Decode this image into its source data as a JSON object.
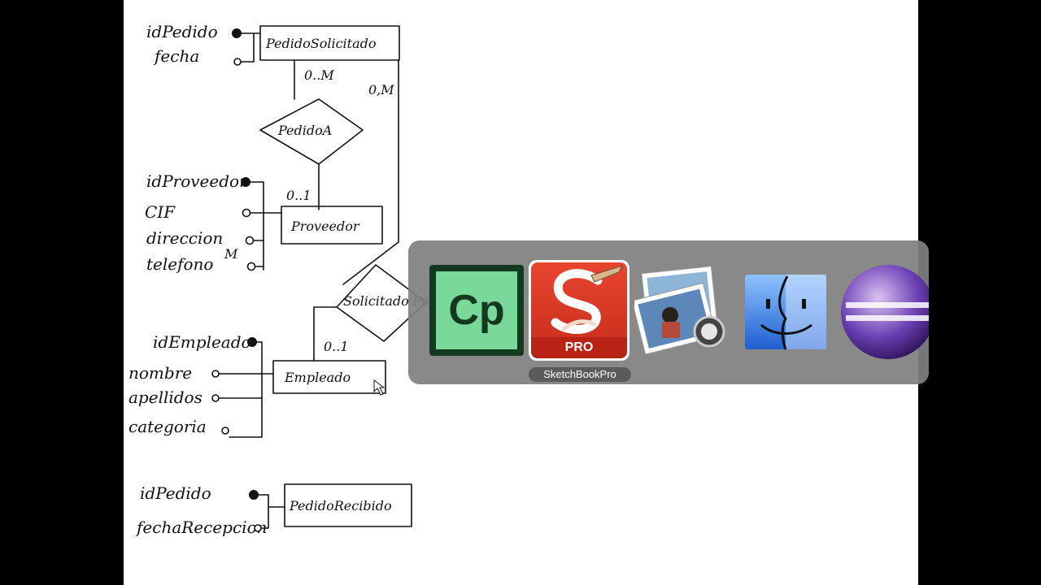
{
  "canvas": {
    "attributes_pedido_solicitado": [
      "idPedido",
      "fecha"
    ],
    "entity_pedido_solicitado": "PedidoSolicitado",
    "card_top": "0..M",
    "card_right": "0,M",
    "relation_pedido_a": "PedidoA",
    "attributes_proveedor": [
      "idProveedor",
      "CIF",
      "direccion",
      "telefono"
    ],
    "telefono_multi": "M",
    "card_proveedor": "0..1",
    "entity_proveedor": "Proveedor",
    "relation_solicitado_por": "Solicitado Por",
    "attributes_empleado": [
      "idEmpleado",
      "nombre",
      "apellidos",
      "categoria"
    ],
    "card_empleado": "0..1",
    "entity_empleado": "Empleado",
    "attributes_pedido_recibido": [
      "idPedido",
      "fechaRecepcion"
    ],
    "entity_pedido_recibido": "PedidoRecibido"
  },
  "app_switcher": {
    "apps": [
      {
        "name": "Adobe Captivate",
        "icon": "cp-icon",
        "glyph": "Cp"
      },
      {
        "name": "SketchBookPro",
        "icon": "sketchbook-icon",
        "badge": "PRO"
      },
      {
        "name": "Preview",
        "icon": "preview-icon"
      },
      {
        "name": "Finder",
        "icon": "finder-icon"
      },
      {
        "name": "Eclipse",
        "icon": "eclipse-icon"
      }
    ],
    "selected_label": "SketchBookPro"
  }
}
